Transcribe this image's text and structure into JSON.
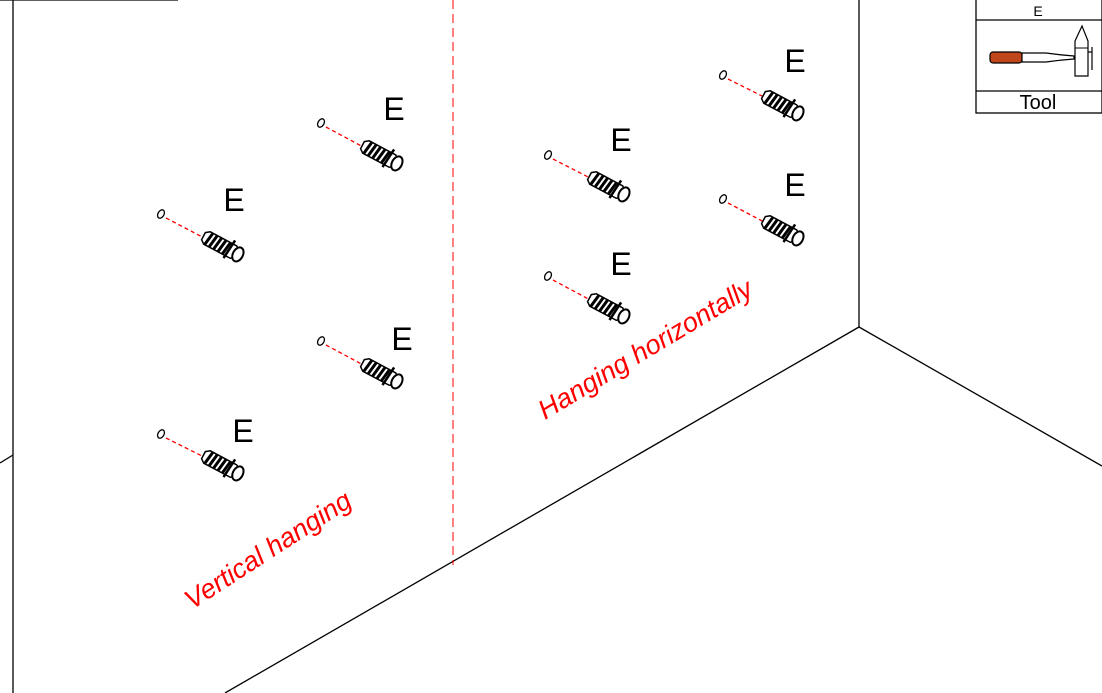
{
  "labels": {
    "vertical": "Vertical hanging",
    "horizontal": "Hanging horizontally"
  },
  "anchor_label": "E",
  "tool_box": {
    "letter": "E",
    "caption": "Tool",
    "icon": "hammer-icon"
  },
  "anchor_icon": "wall-plug-icon",
  "colors": {
    "line": "#000000",
    "accent": "#ff0000",
    "hammer_handle": "#c0471c"
  }
}
